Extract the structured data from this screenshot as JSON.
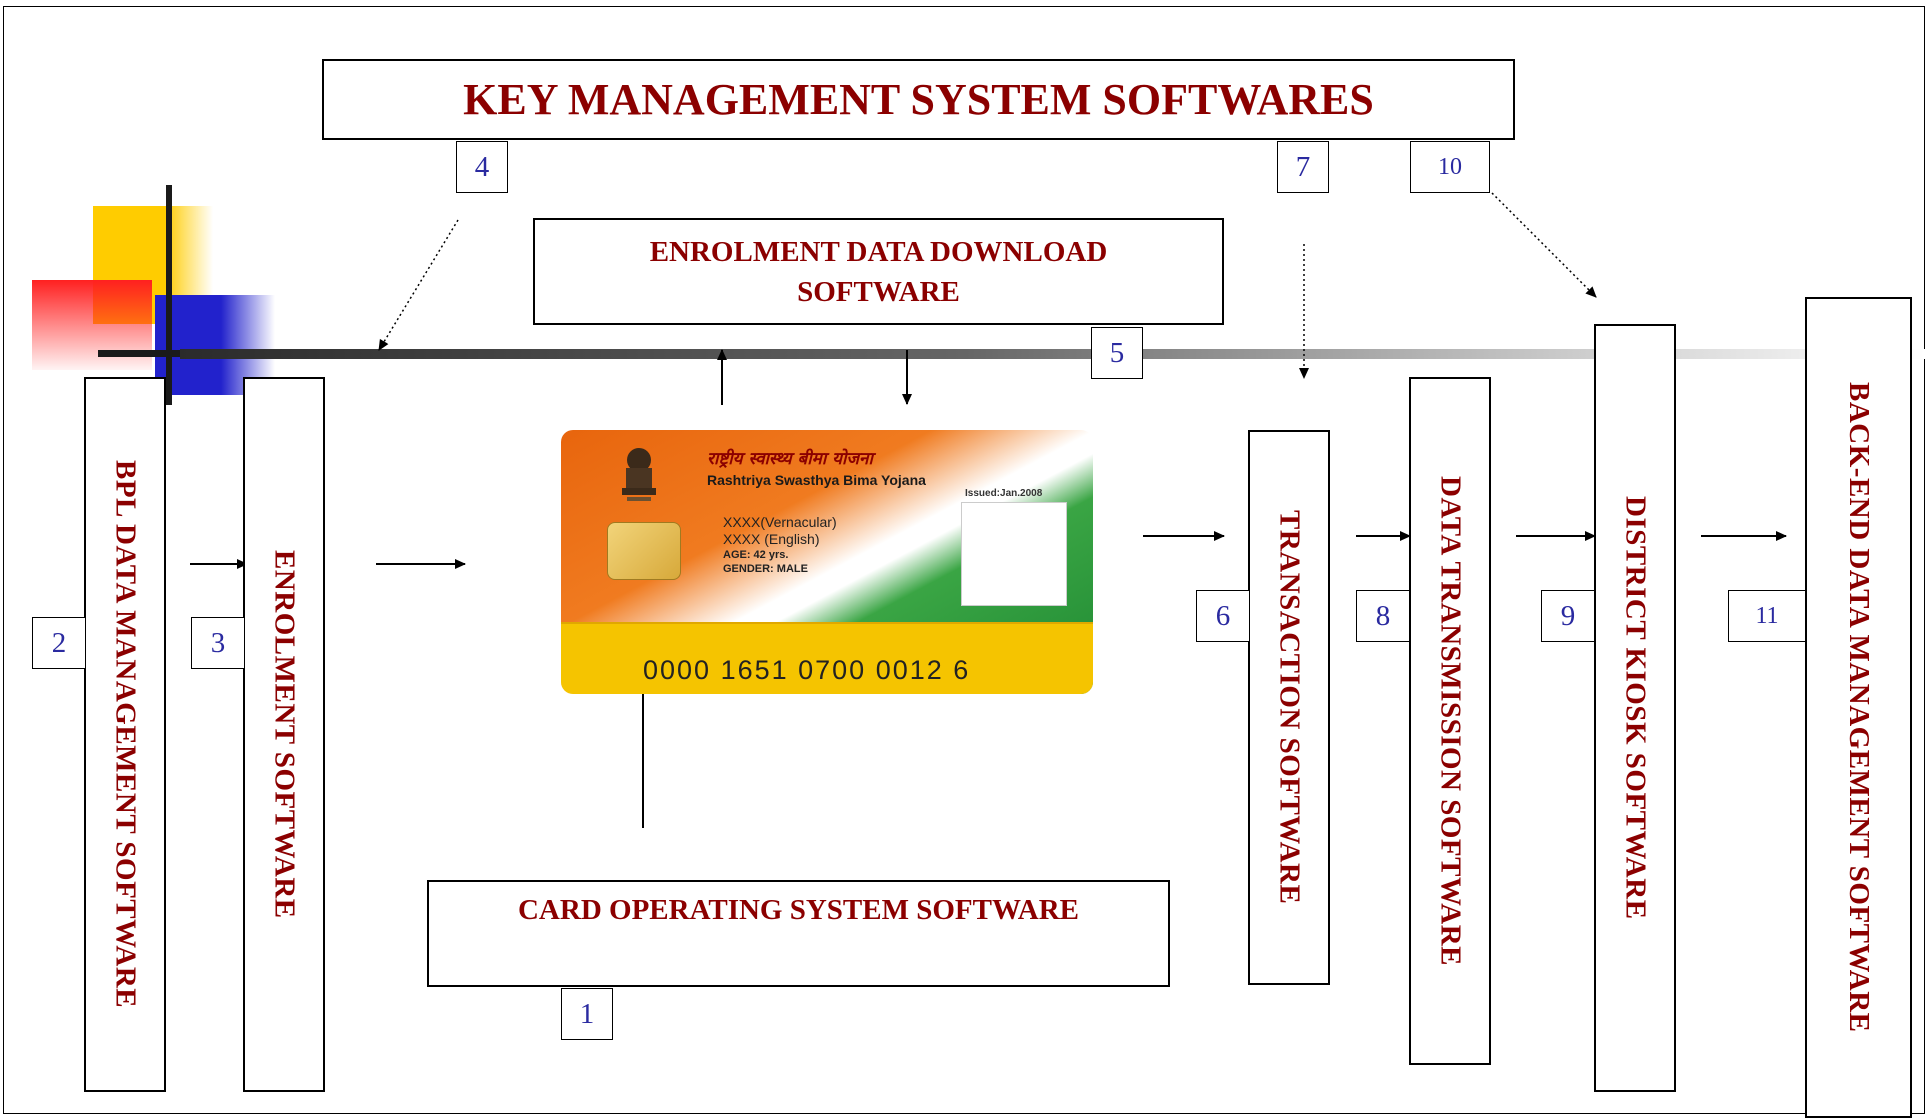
{
  "diagram": {
    "title": "KEY MANAGEMENT SYSTEM SOFTWARES",
    "boxes": {
      "bpl": "BPL DATA MANAGEMENT SOFTWARE",
      "enrolment": "ENROLMENT SOFTWARE",
      "download_line1": "ENROLMENT DATA DOWNLOAD",
      "download_line2": "SOFTWARE",
      "cos": "CARD OPERATING SYSTEM SOFTWARE",
      "transaction": "TRANSACTION  SOFTWARE",
      "transmission": "DATA  TRANSMISSION  SOFTWARE",
      "kiosk": "DISTRICT  KIOSK  SOFTWARE",
      "backend": "BACK-END DATA  MANAGEMENT SOFTWARE"
    },
    "numbers": {
      "n1": "1",
      "n2": "2",
      "n3": "3",
      "n4": "4",
      "n5": "5",
      "n6": "6",
      "n7": "7",
      "n8": "8",
      "n9": "9",
      "n10": "10",
      "n11": "11"
    },
    "card": {
      "hindi": "राष्ट्रीय स्वास्थ्य बीमा योजना",
      "title": "Rashtriya Swasthya Bima Yojana",
      "issued": "Issued:Jan.2008",
      "name_vernacular": "XXXX(Vernacular)",
      "name_english": "XXXX (English)",
      "age": "AGE: 42 yrs.",
      "gender": "GENDER: MALE",
      "number": "0000  1651  0700  0012  6"
    }
  },
  "colors": {
    "label_red": "#8b0000",
    "number_blue": "#2a2aa0",
    "card_orange": "#e8650d",
    "card_green": "#1f8a33",
    "card_yellow": "#f5c400"
  }
}
